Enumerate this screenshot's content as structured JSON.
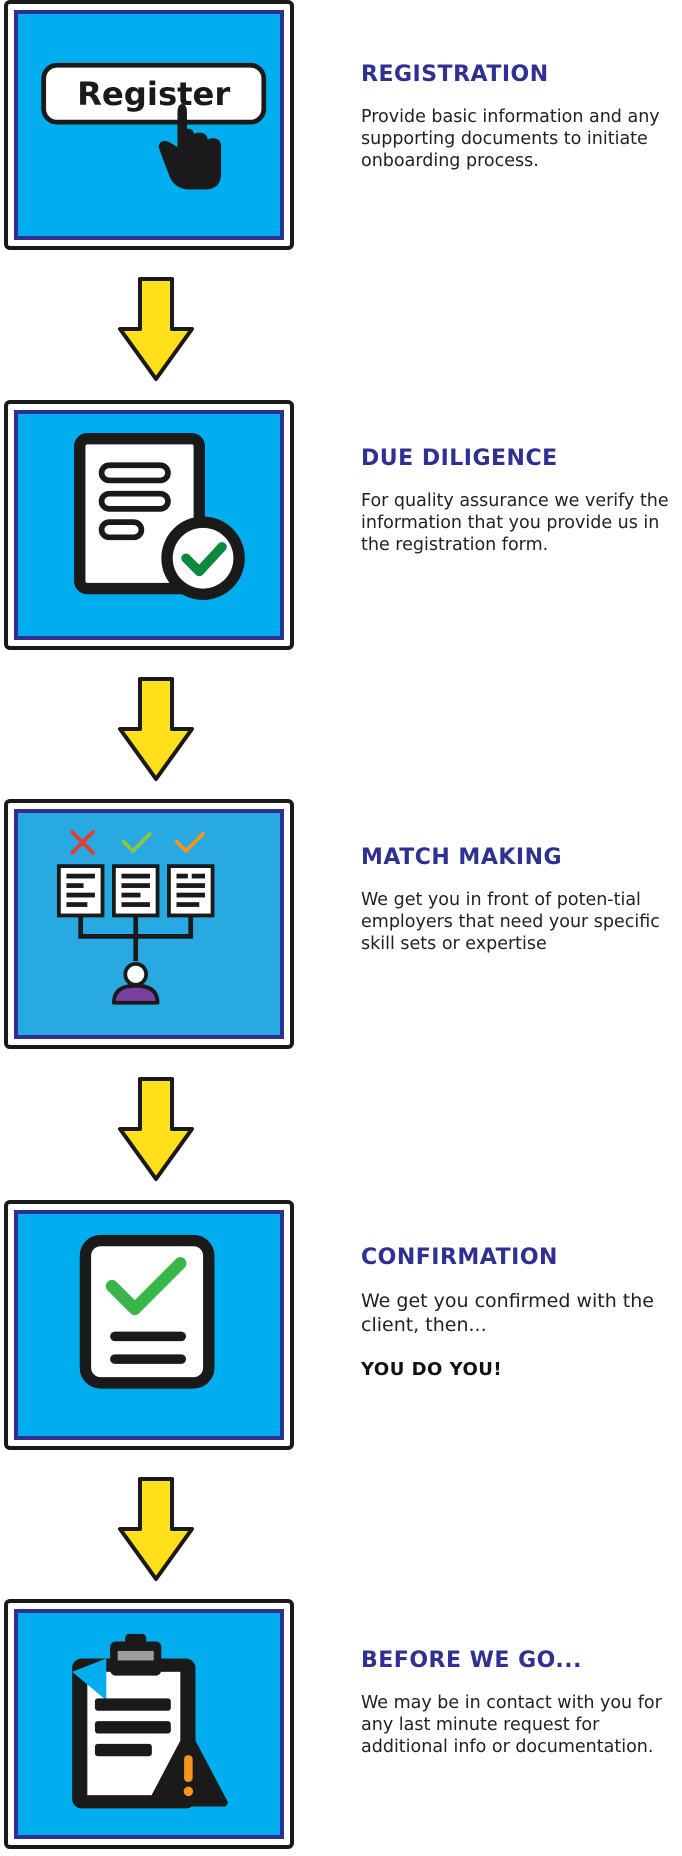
{
  "steps": [
    {
      "title": "REGISTRATION",
      "description": "Provide basic information and any supporting documents to initiate onboarding process.",
      "illustration": {
        "icon": "register-button-hand-cursor-icon",
        "button_text": "Register"
      }
    },
    {
      "title": "DUE DILIGENCE",
      "description": "For quality assurance we verify the information that you provide us in the registration form.",
      "illustration": {
        "icon": "document-check-icon"
      }
    },
    {
      "title": "MATCH MAKING",
      "description": "We get you in front of poten-tial employers that need your specific skill sets or expertise",
      "illustration": {
        "icon": "candidate-match-tree-icon"
      }
    },
    {
      "title": "CONFIRMATION",
      "description": "We get you confirmed with the client, then...",
      "extra": "YOU DO YOU!",
      "illustration": {
        "icon": "confirmed-document-check-icon"
      }
    },
    {
      "title": "BEFORE WE GO...",
      "description": "We may be in contact with you for any last minute request for additional info or documentation.",
      "illustration": {
        "icon": "clipboard-warning-icon"
      }
    }
  ],
  "colors": {
    "card_blue": "#00aeef",
    "card_border": "#2e3192",
    "title_blue": "#2e3192",
    "arrow_yellow": "#ffe01b",
    "check_green": "#0a8a3a",
    "check_light_green": "#39b54a",
    "cross_red": "#e53b30",
    "check_orange": "#f7941d",
    "person_purple": "#7b3fa0",
    "warning_orange": "#f7941d"
  }
}
